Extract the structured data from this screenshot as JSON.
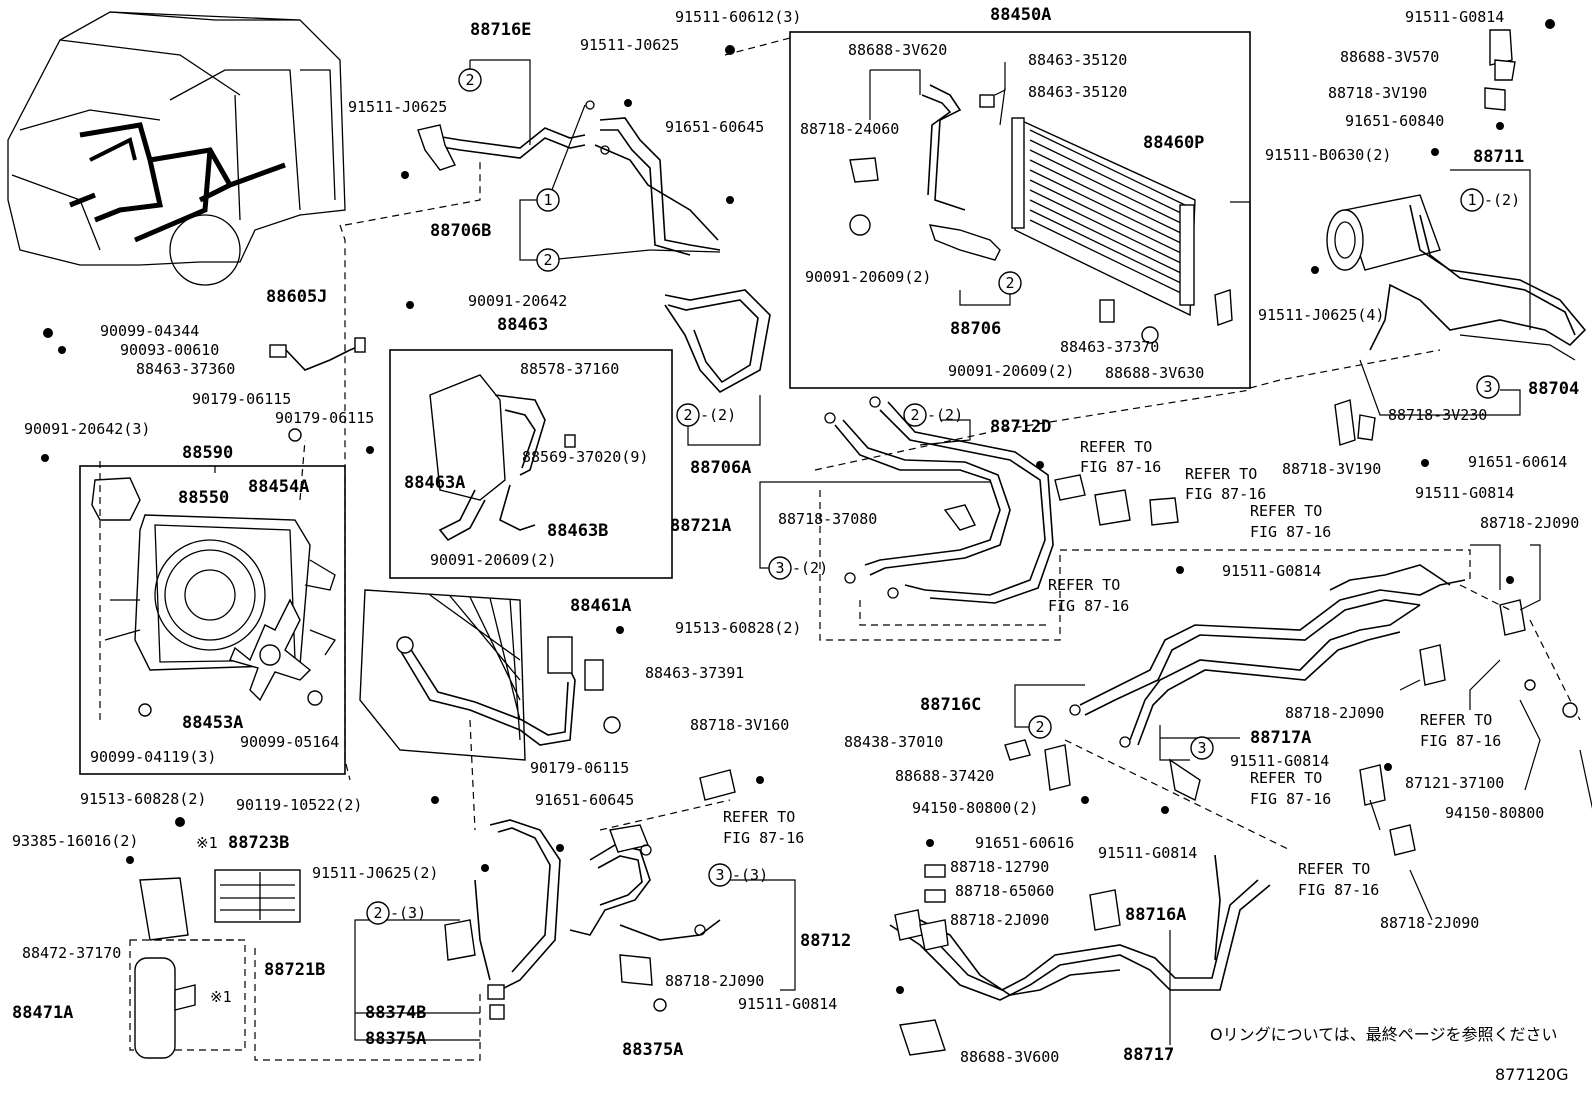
{
  "diagram_id": "877120G",
  "note_jp": "Oリングについては、最終ページを参照ください",
  "refer_text_1": "REFER TO",
  "refer_text_2": "FIG 87-16",
  "mark_note": "※1",
  "callouts": {
    "c1": "1",
    "c2": "2",
    "c3": "3",
    "x2": "-(2)",
    "x3": "-(3)"
  },
  "labels": {
    "l88716E": "88716E",
    "l91511_60612": "91511-60612(3)",
    "l91511_J0625a": "91511-J0625",
    "l91511_J0625b": "91511-J0625",
    "l91651_60645a": "91651-60645",
    "l88706B": "88706B",
    "l88605J": "88605J",
    "l90099_04344": "90099-04344",
    "l90093_00610": "90093-00610",
    "l88463_37360": "88463-37360",
    "l90179_06115a": "90179-06115",
    "l90179_06115b": "90179-06115",
    "l90091_20642_3": "90091-20642(3)",
    "l88590": "88590",
    "l88550": "88550",
    "l88454A": "88454A",
    "l88453A": "88453A",
    "l90099_04119": "90099-04119(3)",
    "l90099_05164": "90099-05164",
    "l90091_20642": "90091-20642",
    "l88463": "88463",
    "l88578_37160": "88578-37160",
    "l88463A": "88463A",
    "l88569_37020": "88569-37020(9)",
    "l88463B": "88463B",
    "l90091_20609_2a": "90091-20609(2)",
    "l88706A": "88706A",
    "l88450A": "88450A",
    "l88688_3V620": "88688-3V620",
    "l88463_35120a": "88463-35120",
    "l88463_35120b": "88463-35120",
    "l88718_24060": "88718-24060",
    "l88460P": "88460P",
    "l90091_20609_2b": "90091-20609(2)",
    "l88706": "88706",
    "l88463_37370": "88463-37370",
    "l90091_20609_2c": "90091-20609(2)",
    "l88688_3V630": "88688-3V630",
    "l91511_G0814a": "91511-G0814",
    "l88688_3V570": "88688-3V570",
    "l88718_3V190a": "88718-3V190",
    "l91651_60840": "91651-60840",
    "l91511_B0630": "91511-B0630(2)",
    "l88711": "88711",
    "l91511_J0625_4": "91511-J0625(4)",
    "l88704": "88704",
    "l88718_3V230": "88718-3V230",
    "l88718_3V190b": "88718-3V190",
    "l91651_60614": "91651-60614",
    "l88712D": "88712D",
    "l88721A": "88721A",
    "l88718_37080": "88718-37080",
    "l91511_G0814b": "91511-G0814",
    "l91511_G0814c": "91511-G0814",
    "l88718_2J090a": "88718-2J090",
    "l88461A": "88461A",
    "l91513_60828_2a": "91513-60828(2)",
    "l88463_37391": "88463-37391",
    "l90179_06115c": "90179-06115",
    "l88718_3V160": "88718-3V160",
    "l91651_60645b": "91651-60645",
    "l90119_10522": "90119-10522(2)",
    "l88716C": "88716C",
    "l88717A": "88717A",
    "l88438_37010": "88438-37010",
    "l88688_37420": "88688-37420",
    "l94150_80800_2": "94150-80800(2)",
    "l88718_2J090b": "88718-2J090",
    "l91511_G0814d": "91511-G0814",
    "l87121_37100": "87121-37100",
    "l94150_80800": "94150-80800",
    "l91651_60616": "91651-60616",
    "l88718_12790": "88718-12790",
    "l88718_65060": "88718-65060",
    "l88718_2J090c": "88718-2J090",
    "l91511_G0814e": "91511-G0814",
    "l88716A": "88716A",
    "l88718_2J090d": "88718-2J090",
    "l88717": "88717",
    "l88688_3V600": "88688-3V600",
    "l91511_G0814f": "91511-G0814",
    "l88712": "88712",
    "l88718_2J090e": "88718-2J090",
    "l88375A_a": "88375A",
    "l91513_60828_2b": "91513-60828(2)",
    "l88723B": "88723B",
    "l93385_16016": "93385-16016(2)",
    "l88472_37170": "88472-37170",
    "l88471A": "88471A",
    "l91511_J0625_2": "91511-J0625(2)",
    "l88721B": "88721B",
    "l88374B": "88374B",
    "l88375A_b": "88375A"
  }
}
